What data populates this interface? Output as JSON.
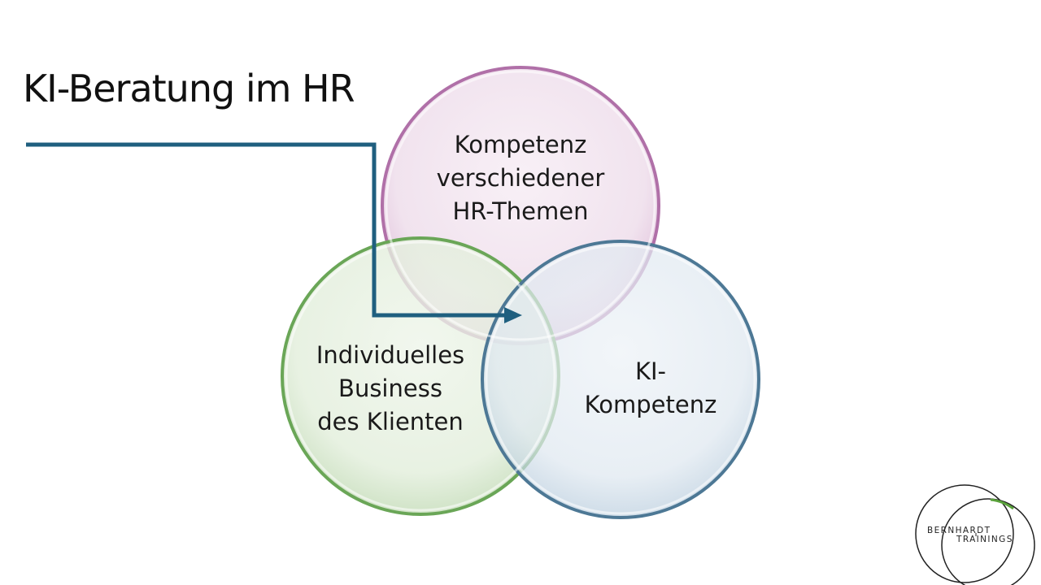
{
  "title": "KI-Beratung im HR",
  "circles": {
    "hr": {
      "lines": [
        "Kompetenz",
        "verschiedener",
        "HR-Themen"
      ],
      "fill": "#f2e4ef",
      "stroke": "#b070a8"
    },
    "business": {
      "lines": [
        "Individuelles",
        "Business",
        "des Klienten"
      ],
      "fill": "#e6f0e0",
      "stroke": "#6aa657"
    },
    "ki": {
      "lines": [
        "KI-",
        "Kompetenz"
      ],
      "fill": "#e1e9f1",
      "stroke": "#4d7895"
    }
  },
  "arrow_color": "#1f5f7f",
  "logo": {
    "line1": "BERNHARDT",
    "line2": "TRAININGS",
    "accent": "#5aa23c"
  }
}
